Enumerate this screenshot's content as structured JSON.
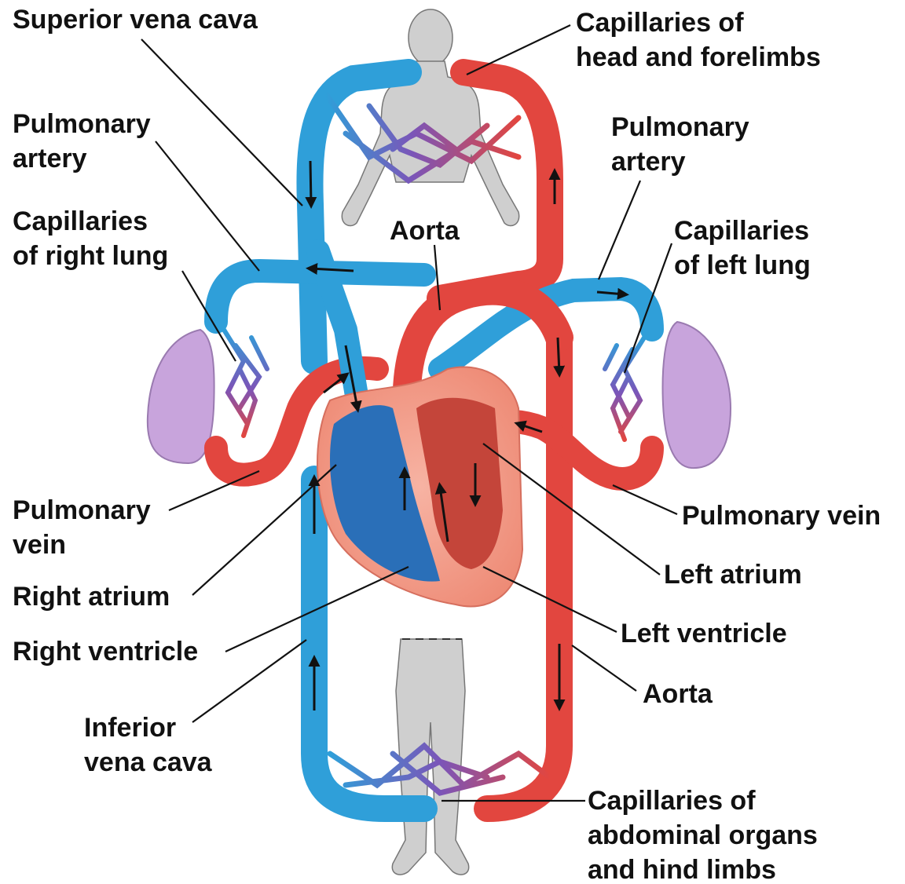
{
  "colors": {
    "oxygen_poor": "#2f9fd9",
    "oxygen_rich": "#e2463f",
    "capillary_mix": "#7b55b8",
    "lung": "#c8a4dc",
    "body_silhouette": "#cfcfcf",
    "heart_outer": "#f29a86",
    "leader_line": "#111111"
  },
  "labels": {
    "superior_vena_cava": [
      "Superior vena cava"
    ],
    "capillaries_head": [
      "Capillaries of",
      "head and forelimbs"
    ],
    "pulmonary_artery_left_side": [
      "Pulmonary",
      "artery"
    ],
    "pulmonary_artery_right_side": [
      "Pulmonary",
      "artery"
    ],
    "capillaries_right_lung": [
      "Capillaries",
      "of right lung"
    ],
    "aorta_top": [
      "Aorta"
    ],
    "capillaries_left_lung": [
      "Capillaries",
      "of left lung"
    ],
    "pulmonary_vein_left_side": [
      "Pulmonary",
      "vein"
    ],
    "pulmonary_vein_right_side": [
      "Pulmonary vein"
    ],
    "right_atrium": [
      "Right atrium"
    ],
    "left_atrium": [
      "Left atrium"
    ],
    "right_ventricle": [
      "Right ventricle"
    ],
    "left_ventricle": [
      "Left ventricle"
    ],
    "inferior_vena_cava": [
      "Inferior",
      "vena cava"
    ],
    "aorta_bottom": [
      "Aorta"
    ],
    "capillaries_abdominal": [
      "Capillaries of",
      "abdominal organs",
      "and hind limbs"
    ]
  }
}
